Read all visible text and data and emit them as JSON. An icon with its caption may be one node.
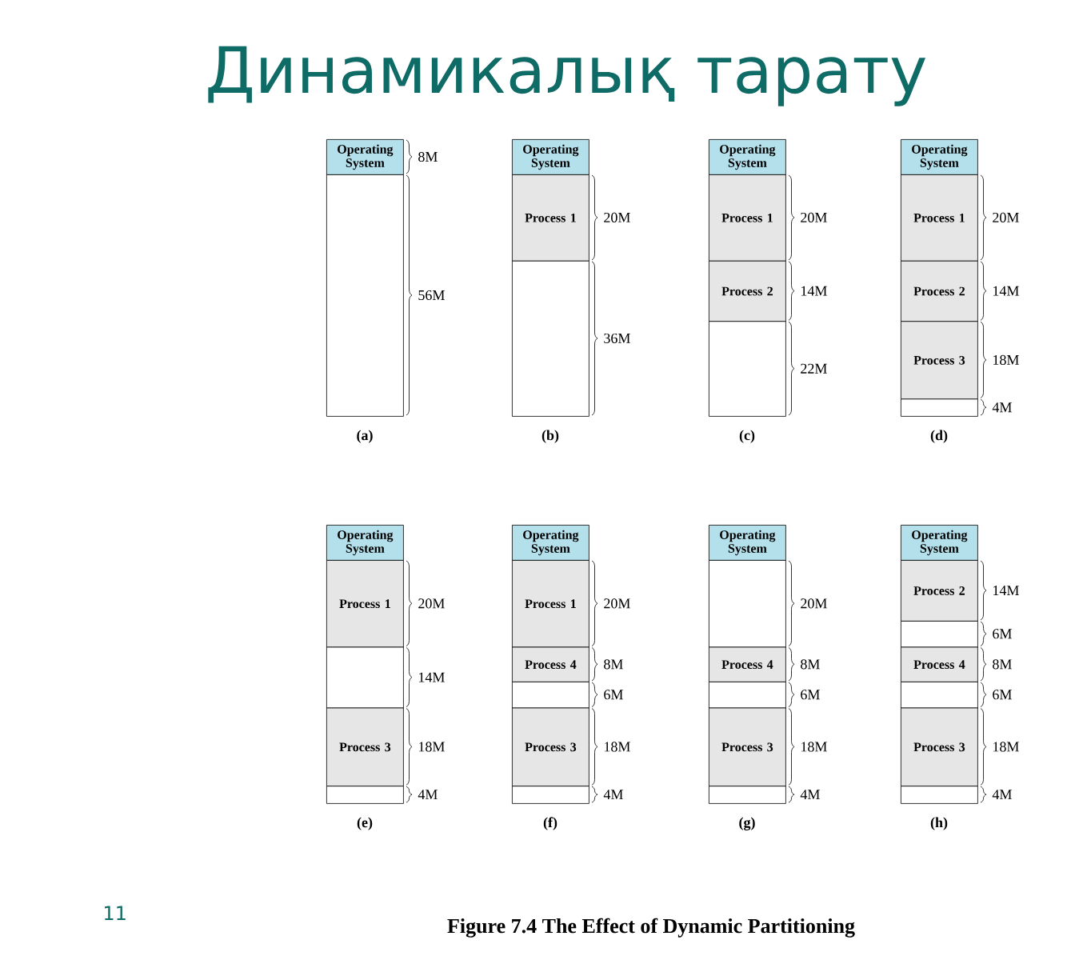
{
  "diagram": {
    "title": "Динамикалық тарату",
    "caption": "Figure 7.4 The Effect of Dynamic Partitioning",
    "nodes": [
      {
        "text": [
          "Operating System"
        ],
        "beside": [
          "8M"
        ]
      },
      {
        "text": [],
        "shape": "box",
        "beside": [
          "56M"
        ]
      },
      {
        "text": [
          "Operating System"
        ]
      },
      {
        "text": [
          "Process 1"
        ],
        "beside": [
          "20M"
        ]
      },
      {
        "text": [],
        "shape": "box",
        "beside": [
          "36M"
        ]
      },
      {
        "text": [
          "Operating System"
        ]
      },
      {
        "text": [
          "Process 1"
        ],
        "beside": [
          "20M"
        ]
      },
      {
        "text": [
          "Process 2"
        ],
        "beside": [
          "14M"
        ]
      },
      {
        "text": [],
        "shape": "box",
        "beside": [
          "22M"
        ]
      },
      {
        "text": [
          "Operating System"
        ]
      },
      {
        "text": [
          "Process 1"
        ],
        "beside": [
          "20M"
        ]
      },
      {
        "text": [
          "Process 2"
        ],
        "beside": [
          "14M"
        ]
      },
      {
        "text": [
          "Process 3"
        ],
        "beside": [
          "18M"
        ]
      },
      {
        "text": [],
        "shape": "box",
        "beside": [
          "4M"
        ]
      },
      {
        "text": [
          "Operating System"
        ]
      },
      {
        "text": [
          "Process 1"
        ],
        "beside": [
          "20M"
        ]
      },
      {
        "text": [],
        "shape": "box",
        "beside": [
          "14M"
        ]
      },
      {
        "text": [
          "Process 3"
        ],
        "beside": [
          "18M"
        ]
      },
      {
        "text": [],
        "shape": "box",
        "beside": [
          "4M"
        ]
      },
      {
        "text": [
          "Operating System"
        ]
      },
      {
        "text": [
          "Process 1"
        ],
        "beside": [
          "20M"
        ]
      },
      {
        "text": [
          "Process 4"
        ],
        "beside": [
          "8M"
        ]
      },
      {
        "text": [],
        "shape": "box",
        "beside": [
          "6M"
        ]
      },
      {
        "text": [
          "Process 3"
        ],
        "beside": [
          "18M"
        ]
      },
      {
        "text": [],
        "shape": "box",
        "beside": [
          "4M"
        ]
      },
      {
        "text": [
          "Operating System"
        ]
      },
      {
        "text": [],
        "shape": "box",
        "beside": [
          "20M"
        ]
      },
      {
        "text": [
          "Process 4"
        ],
        "beside": [
          "8M"
        ]
      },
      {
        "text": [],
        "shape": "box",
        "beside": [
          "6M"
        ]
      },
      {
        "text": [
          "Process 3"
        ],
        "beside": [
          "18M"
        ]
      },
      {
        "text": [],
        "shape": "box",
        "beside": [
          "4M"
        ]
      },
      {
        "text": [
          "Operating System"
        ]
      },
      {
        "text": [
          "Process 2"
        ],
        "beside": [
          "14M"
        ]
      },
      {
        "text": [],
        "shape": "box",
        "beside": [
          "6M"
        ]
      },
      {
        "text": [
          "Process 4"
        ],
        "beside": [
          "8M"
        ]
      },
      {
        "text": [],
        "shape": "box",
        "beside": [
          "6M"
        ]
      },
      {
        "text": [
          "Process 3"
        ],
        "beside": [
          "18M"
        ]
      },
      {
        "text": [],
        "shape": "box",
        "beside": [
          "4M"
        ]
      }
    ],
    "labels": [
      "(a)",
      "(b)",
      "(c)",
      "(d)",
      "(e)",
      "(f)",
      "(g)",
      "(h)",
      "11"
    ]
  }
}
